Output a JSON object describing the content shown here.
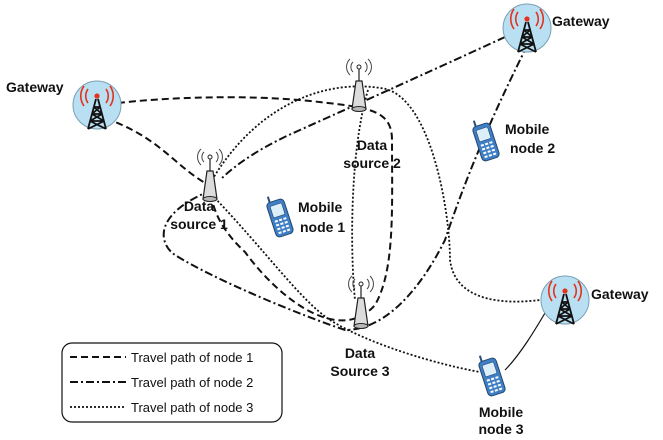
{
  "gateways": [
    {
      "id": "gw-left",
      "label": "Gateway"
    },
    {
      "id": "gw-top-right",
      "label": "Gateway"
    },
    {
      "id": "gw-right",
      "label": "Gateway"
    }
  ],
  "data_sources": [
    {
      "id": "ds1",
      "line1": "Data",
      "line2": "source 1"
    },
    {
      "id": "ds2",
      "line1": "Data",
      "line2": "source 2"
    },
    {
      "id": "ds3",
      "line1": "Data",
      "line2": "Source 3"
    }
  ],
  "mobile_nodes": [
    {
      "id": "mn1",
      "line1": "Mobile",
      "line2": "node 1"
    },
    {
      "id": "mn2",
      "line1": "Mobile",
      "line2": "node 2"
    },
    {
      "id": "mn3",
      "line1": "Mobile",
      "line2": "node 3"
    }
  ],
  "legend": [
    {
      "style": "dashed",
      "label": "Travel path of node 1"
    },
    {
      "style": "dash-dot",
      "label": "Travel path of node 2"
    },
    {
      "style": "dotted",
      "label": "Travel path of node 3"
    }
  ],
  "colors": {
    "line": "#111111",
    "gateway_fill": "#b9dff2",
    "signal": "#e4331c",
    "phone_body": "#3f7fc6",
    "phone_screen": "#dbeefa"
  }
}
